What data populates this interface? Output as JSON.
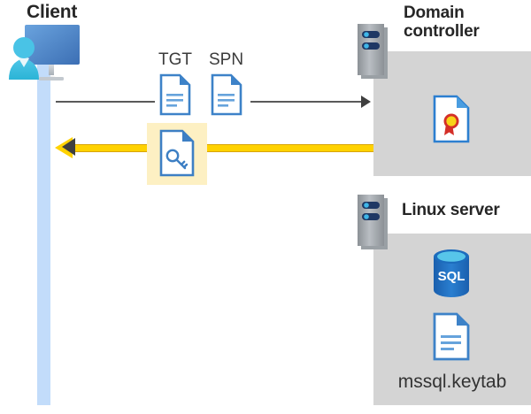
{
  "diagram": {
    "title_client": "Client",
    "title_domain_controller": "Domain\ncontroller",
    "title_domain_controller_line1": "Domain",
    "title_domain_controller_line2": "controller",
    "title_linux_server": "Linux server"
  },
  "messages": {
    "tgt_label": "TGT",
    "spn_label": "SPN"
  },
  "linux_server": {
    "database_label": "SQL",
    "keytab_filename": "mssql.keytab"
  },
  "icons": {
    "client": "client-workstation-icon",
    "dc_rack": "server-rack-icon",
    "linux_rack": "server-rack-icon",
    "tgt_document": "document-icon",
    "spn_document": "document-icon",
    "key_document": "key-document-icon",
    "certificate_document": "certificate-document-icon",
    "sql_database": "sql-database-icon",
    "keytab_document": "document-icon",
    "request_arrow": "arrow-right-icon",
    "response_arrow": "arrow-left-icon"
  },
  "colors": {
    "panel_grey": "#d4d4d4",
    "lifeline_blue": "#c2dcfa",
    "highlight_yellow": "#fdf0c3",
    "arrow_yellow": "#ffd200",
    "arrow_grey": "#5a5a5a",
    "doc_blue": "#3d82c8",
    "sql_blue": "#1f6fc0",
    "seal_red": "#d82f28",
    "seal_yellow": "#f8d319",
    "title_text": "#262626"
  }
}
